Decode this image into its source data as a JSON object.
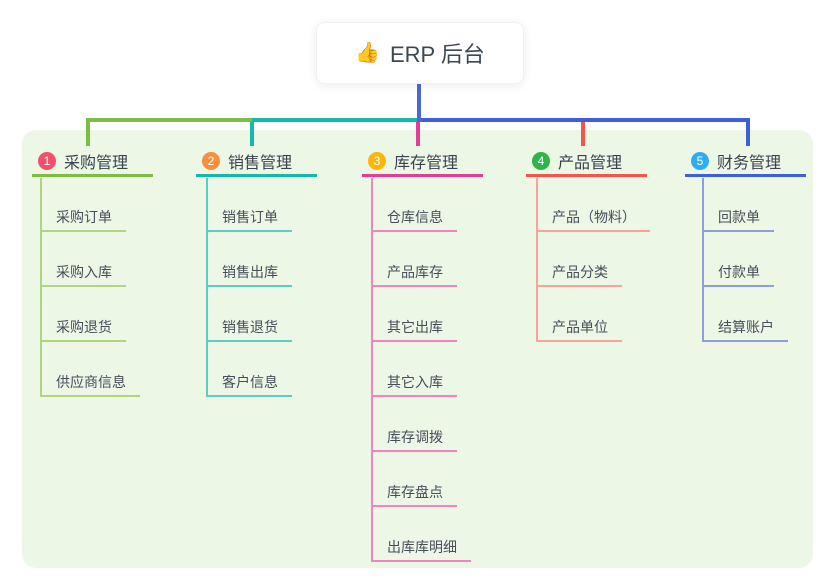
{
  "root": {
    "icon": "👍",
    "label": "ERP 后台"
  },
  "colors": {
    "panel_bg": "#edf7e6",
    "root_connector": "#4a67d8",
    "title_text": "#39434e",
    "child_text": "#454f5a",
    "badge_text": "#ffffff"
  },
  "branches": [
    {
      "number": "1",
      "label": "采购管理",
      "badge_color": "#f2506e",
      "line_color": "#7cbe41",
      "child_line_color": "#aed57f",
      "children": [
        "采购订单",
        "采购入库",
        "采购退货",
        "供应商信息"
      ]
    },
    {
      "number": "2",
      "label": "销售管理",
      "badge_color": "#fb8e3c",
      "line_color": "#14b8ac",
      "child_line_color": "#5eccc2",
      "children": [
        "销售订单",
        "销售出库",
        "销售退货",
        "客户信息"
      ]
    },
    {
      "number": "3",
      "label": "库存管理",
      "badge_color": "#fcb70a",
      "line_color": "#e23e98",
      "child_line_color": "#ef85c1",
      "children": [
        "仓库信息",
        "产品库存",
        "其它出库",
        "其它入库",
        "库存调拨",
        "库存盘点",
        "出库库明细"
      ]
    },
    {
      "number": "4",
      "label": "产品管理",
      "badge_color": "#2eb54a",
      "line_color": "#f4564c",
      "child_line_color": "#f9a29b",
      "children": [
        "产品（物料）",
        "产品分类",
        "产品单位"
      ]
    },
    {
      "number": "5",
      "label": "财务管理",
      "badge_color": "#2fadf3",
      "line_color": "#3e5fd7",
      "child_line_color": "#8c9ee0",
      "children": [
        "回款单",
        "付款单",
        "结算账户"
      ]
    }
  ]
}
